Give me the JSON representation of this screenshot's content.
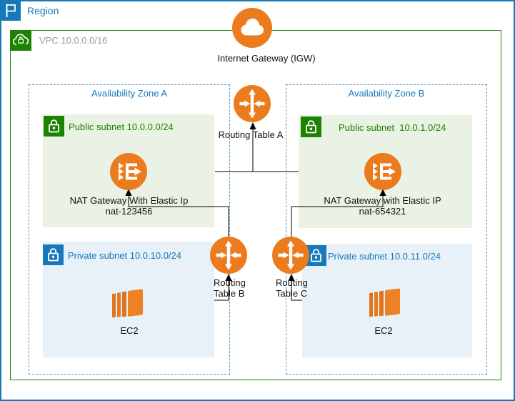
{
  "region": {
    "label": "Region"
  },
  "vpc": {
    "label": "VPC 10.0.0.0/16"
  },
  "internet_gateway": {
    "label": "Internet Gateway (IGW)"
  },
  "routing_tables": {
    "a": {
      "label": "Routing Table A"
    },
    "b": {
      "line1": "Routing",
      "line2": "Table B"
    },
    "c": {
      "line1": "Routing",
      "line2": "Table C"
    }
  },
  "zone_a": {
    "label": "Availability Zone A",
    "public_subnet": {
      "label": "Public subnet 10.0.0.0/24"
    },
    "nat_gateway": {
      "line1": "NAT Gateway With Elastic Ip",
      "line2": "nat-123456"
    },
    "private_subnet": {
      "label": "Private subnet 10.0.10.0/24"
    },
    "ec2": {
      "label": "EC2"
    }
  },
  "zone_b": {
    "label": "Availability Zone B",
    "public_subnet": {
      "label": "Public subnet  10.0.1.0/24"
    },
    "nat_gateway": {
      "line1": "NAT Gateway with Elastic IP",
      "line2": "nat-654321"
    },
    "private_subnet": {
      "label": "Private subnet 10.0.11.0/24"
    },
    "ec2": {
      "label": "EC2"
    }
  },
  "icons": {
    "region": "flag-icon",
    "vpc": "cloud-lock-icon",
    "internet_gateway": "cloud-icon",
    "public_subnet": "lock-icon",
    "private_subnet": "lock-icon",
    "routing_table": "route-arrows-icon",
    "nat_gateway": "nat-arrows-icon",
    "ec2": "ec2-instances-icon"
  },
  "colors": {
    "aws_orange": "#ec7b1d",
    "vpc_green": "#1d8102",
    "region_blue": "#1778ba",
    "az_dashed_blue": "#4a94c9",
    "public_subnet_bg": "#e9f2e4",
    "private_subnet_bg": "#e8f1f8",
    "vpc_label_gray": "#9c9c9c",
    "connector_black": "#000000"
  }
}
